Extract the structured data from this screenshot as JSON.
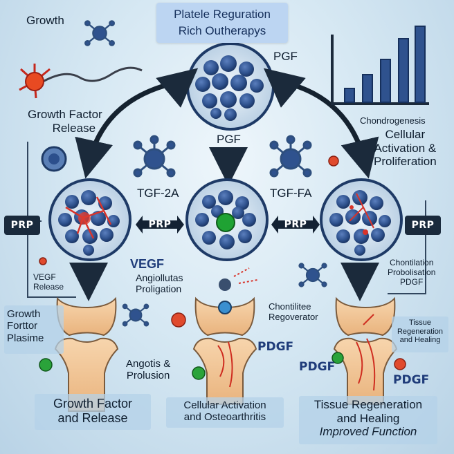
{
  "title": {
    "line1": "Platele Reguration",
    "line2": "Rich Outherapys"
  },
  "labels": {
    "growth": "Growth",
    "pgf_top": "PGF",
    "pgf_mid": "PGF",
    "growth_factor_release": [
      "Growth Factor",
      "Release"
    ],
    "chondrogenesis": "Chondrogenesis",
    "cellular_activation": [
      "Cellular",
      "Activation &",
      "Proliferation"
    ],
    "tgf_left": "TGF-2A",
    "tgf_right": "TGF-FA",
    "vegf": "VEGF",
    "angiollutas": [
      "Angiollutas",
      "Proligation"
    ],
    "vegf_release": [
      "VEGF",
      "Release"
    ],
    "chontilation": [
      "Chontilation",
      "Probolisation",
      "PDGF"
    ],
    "chontilitee": [
      "Chontilitee",
      "Regoverator"
    ],
    "growth_forttor": [
      "Growth",
      "Forttor",
      "Plasime"
    ],
    "tissue_regen_small": [
      "Tissue",
      "Regeneration",
      "and Healing"
    ],
    "angotis": [
      "Angotis &",
      "Prolusion"
    ],
    "pdgf_a": "PDGF",
    "pdgf_b": "PDGF",
    "pdgf_c": "PDGF"
  },
  "prp_labels": [
    "PRP",
    "PRP",
    "PRP",
    "PRP"
  ],
  "captions": {
    "left": [
      "Growth Factor",
      "and Release"
    ],
    "center": [
      "Cellular Activation",
      "and Osteoarthritis"
    ],
    "right": [
      "Tissue Regeneration",
      "and Healing"
    ],
    "right_italic": "Improved Function"
  },
  "colors": {
    "navy": "#16305c",
    "cell": "#2c4f8c",
    "accent_red": "#d8332a",
    "accent_green": "#2aa33a",
    "bone": "#f3c89a"
  }
}
